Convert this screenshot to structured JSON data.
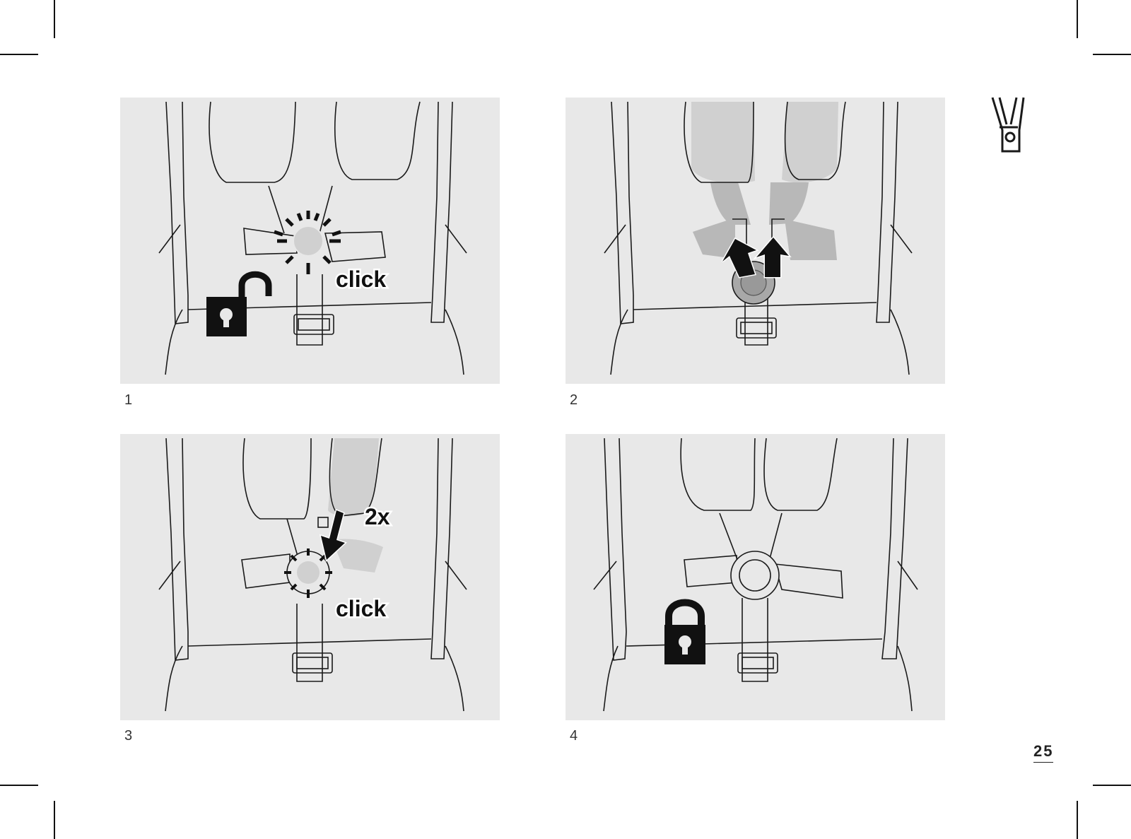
{
  "page": {
    "page_number": "25"
  },
  "steps": [
    {
      "number": "1",
      "label": "click",
      "icon": "unlocked-padlock-icon"
    },
    {
      "number": "2",
      "icon": "arrow-up-icon"
    },
    {
      "number": "3",
      "label": "click",
      "count": "2x",
      "icon": "arrow-down-icon"
    },
    {
      "number": "4",
      "icon": "locked-padlock-icon"
    }
  ],
  "header_icon": "harness-icon",
  "colors": {
    "panel_bg": "#e8e8e8",
    "strap_shaded": "#d0d0d0",
    "line": "#1a1a1a",
    "icon": "#1a1a1a"
  }
}
